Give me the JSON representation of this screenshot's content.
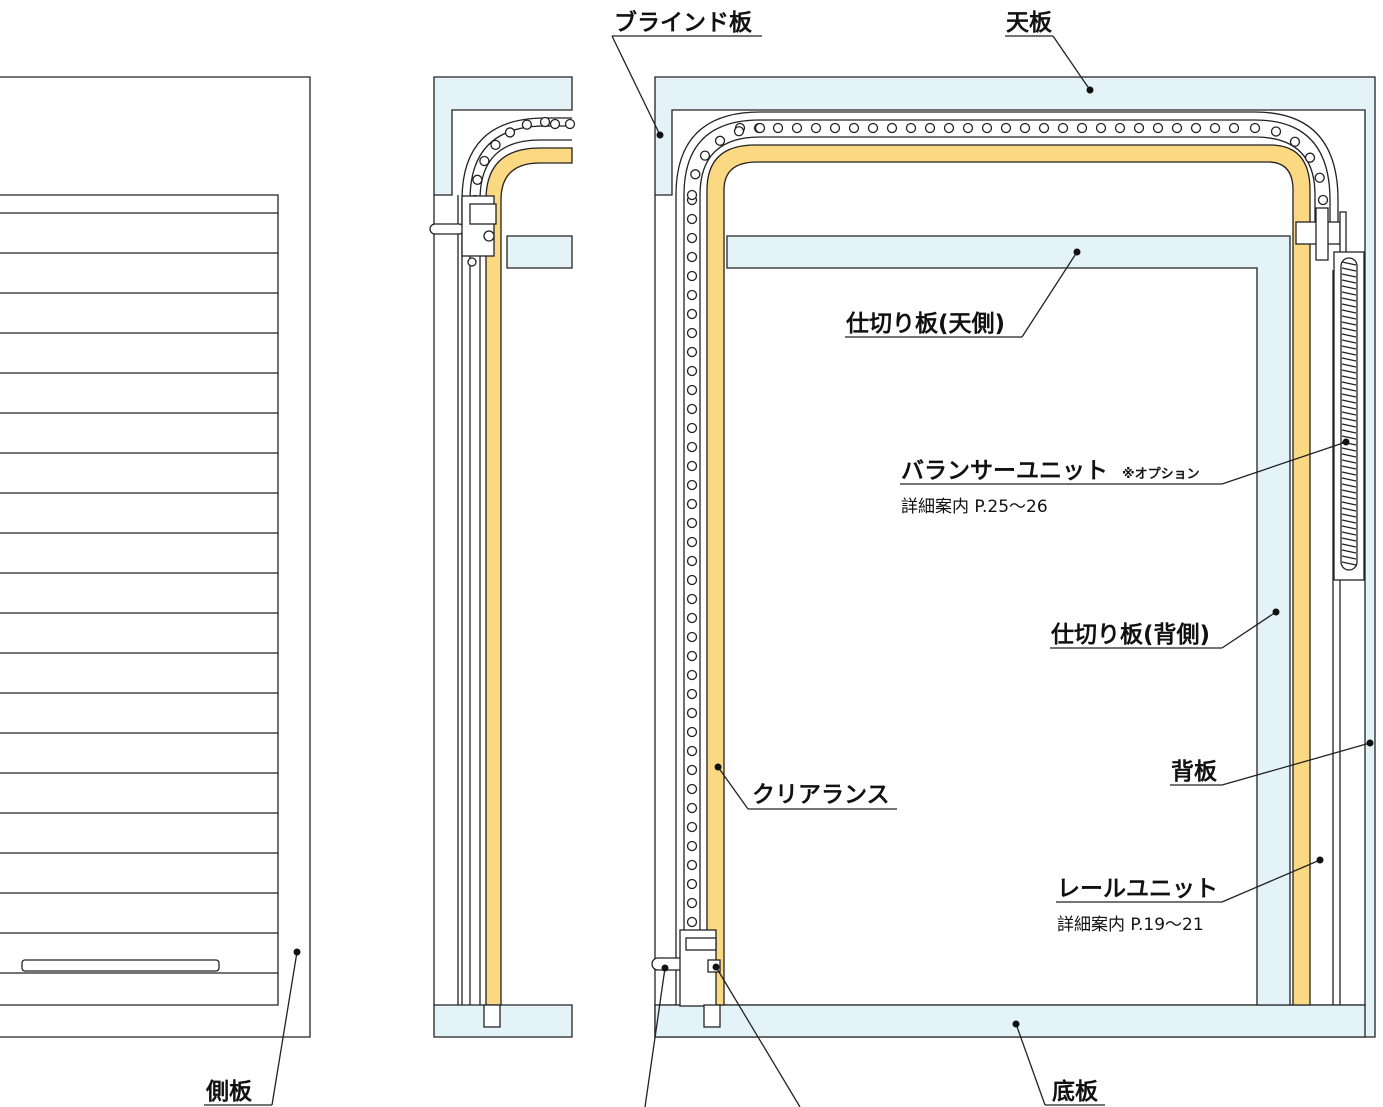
{
  "labels": {
    "blind_board": "ブラインド板",
    "top_board": "天板",
    "partition_top": "仕切り板(天側)",
    "balancer_unit": "バランサーユニット",
    "balancer_option": "※オプション",
    "balancer_detail": "詳細案内 P.25〜26",
    "partition_back": "仕切り板(背側)",
    "back_board": "背板",
    "clearance": "クリアランス",
    "rail_unit": "レールユニット",
    "rail_detail": "詳細案内 P.19〜21",
    "side_board": "側板",
    "bottom_board": "底板"
  },
  "colors": {
    "board_fill": "#e3f3f8",
    "clearance_fill": "#fbd982",
    "line": "#222222"
  }
}
